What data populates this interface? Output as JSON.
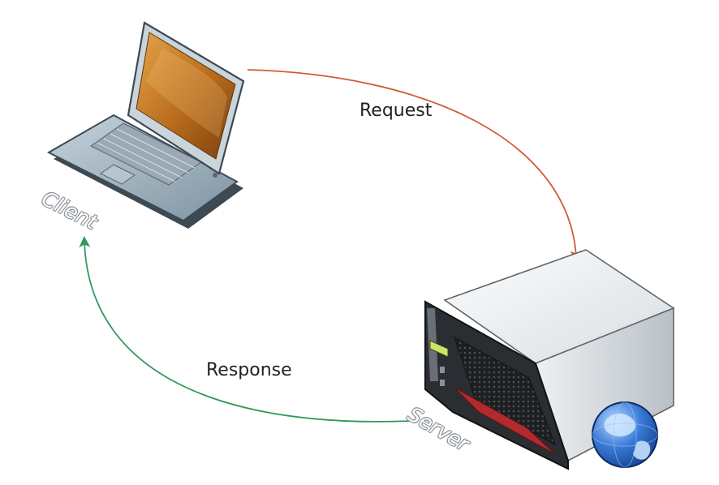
{
  "diagram": {
    "nodes": [
      {
        "id": "client",
        "label": "Client",
        "icon": "laptop-icon"
      },
      {
        "id": "server",
        "label": "Server",
        "icon": "server-rack-icon"
      }
    ],
    "edges": [
      {
        "from": "client",
        "to": "server",
        "label": "Request",
        "color": "#d35a35"
      },
      {
        "from": "server",
        "to": "client",
        "label": "Response",
        "color": "#2e9a5c"
      }
    ],
    "badge_icon": "globe-icon"
  }
}
